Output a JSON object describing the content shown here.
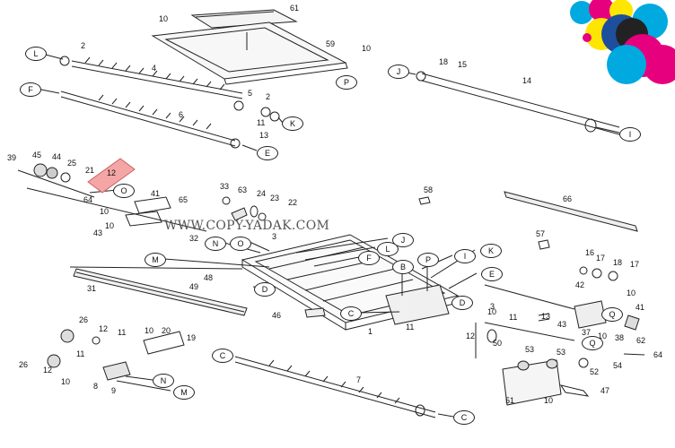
{
  "watermark": "WWW.COPY-YADAK.COM",
  "highlighted_part": "12",
  "colors": {
    "highlight": "#f4a6a6",
    "logo_cyan": "#00a9e0",
    "logo_magenta": "#e6007e",
    "logo_yellow": "#ffe600",
    "logo_blue": "#1d4f9c",
    "logo_dark": "#222222"
  },
  "part_numbers": {
    "p61": "61",
    "p10a": "10",
    "p59": "59",
    "p10b": "10",
    "p2a": "2",
    "p4": "4",
    "p18a": "18",
    "p15": "15",
    "p14": "14",
    "p5": "5",
    "p2b": "2",
    "p6": "6",
    "p11a": "11",
    "p13": "13",
    "p39": "39",
    "p45": "45",
    "p44": "44",
    "p25": "25",
    "p21": "21",
    "p12a": "12",
    "p64a": "64",
    "p33": "33",
    "p63": "63",
    "p24": "24",
    "p23": "23",
    "p22": "22",
    "p41a": "41",
    "p65": "65",
    "p58": "58",
    "p66": "66",
    "p10c": "10",
    "p10d": "10",
    "p43a": "43",
    "p32": "32",
    "p3": "3",
    "p57": "57",
    "p31": "31",
    "p48": "48",
    "p49": "49",
    "p16": "16",
    "p17a": "17",
    "p18b": "18",
    "p17b": "17",
    "p42": "42",
    "p10e": "10",
    "p46": "46",
    "p1": "1",
    "p3b": "3",
    "p10f": "10",
    "p11b": "11",
    "p13b": "13",
    "p43b": "43",
    "p41b": "41",
    "p37": "37",
    "p10g": "10",
    "p38": "38",
    "p62": "62",
    "p11c": "11",
    "p12b": "12",
    "p50": "50",
    "p64b": "64",
    "p26a": "26",
    "p12c": "12",
    "p11d": "11",
    "p10h": "10",
    "p20": "20",
    "p19": "19",
    "p26b": "26",
    "p12d": "12",
    "p11e": "11",
    "p10i": "10",
    "p8": "8",
    "p9": "9",
    "p7": "7",
    "p53a": "53",
    "p53b": "53",
    "p54": "54",
    "p52": "52",
    "p47": "47",
    "p51": "51",
    "p10j": "10"
  },
  "callouts": {
    "L1": "L",
    "P1": "P",
    "J1": "J",
    "F1": "F",
    "K1": "K",
    "E1": "E",
    "I1": "I",
    "O1": "O",
    "N1": "N",
    "O2": "O",
    "J2": "J",
    "L2": "L",
    "F2": "F",
    "I2": "I",
    "K2": "K",
    "B1": "B",
    "P2": "P",
    "E2": "E",
    "M1": "M",
    "D1": "D",
    "C1": "C",
    "D2": "D",
    "Q1": "Q",
    "Q2": "Q",
    "C2": "C",
    "N2": "N",
    "M2": "M"
  }
}
